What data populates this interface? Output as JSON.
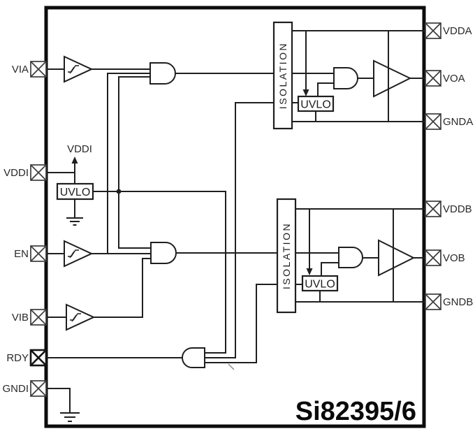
{
  "part_number": "Si82395/6",
  "colors": {
    "background": "#ffffff",
    "line": "#1f1f1f",
    "chip_border": "#0c0c0c",
    "label_text": "#2a2a2a",
    "part_number_text": "#0a0a0a"
  },
  "pins": {
    "left": [
      {
        "label": "VIA"
      },
      {
        "label": "VDDI"
      },
      {
        "label": "EN"
      },
      {
        "label": "VIB"
      },
      {
        "label": "RDY"
      },
      {
        "label": "GNDI"
      }
    ],
    "right": [
      {
        "label": "VDDA"
      },
      {
        "label": "VOA"
      },
      {
        "label": "GNDA"
      },
      {
        "label": "VDDB"
      },
      {
        "label": "VOB"
      },
      {
        "label": "GNDB"
      }
    ]
  },
  "blocks": {
    "isolation_a": "ISOLATION",
    "isolation_b": "ISOLATION",
    "uvlo_input": "UVLO",
    "uvlo_a": "UVLO",
    "uvlo_b": "UVLO"
  },
  "net_labels": {
    "vddi": "VDDI"
  }
}
